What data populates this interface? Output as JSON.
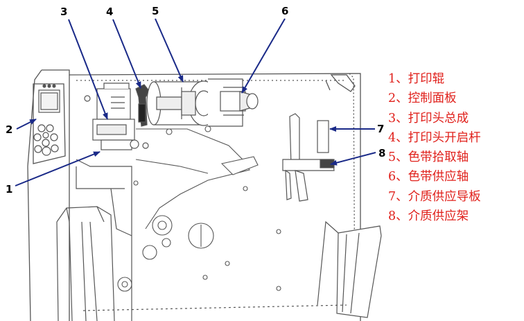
{
  "callouts": [
    {
      "num": "1",
      "label": "打印辊"
    },
    {
      "num": "2",
      "label": "控制面板"
    },
    {
      "num": "3",
      "label": "打印头总成"
    },
    {
      "num": "4",
      "label": "打印头开启杆"
    },
    {
      "num": "5",
      "label": "色带拾取轴"
    },
    {
      "num": "6",
      "label": "色带供应轴"
    },
    {
      "num": "7",
      "label": "介质供应导板"
    },
    {
      "num": "8",
      "label": "介质供应架"
    }
  ],
  "legend_separator": "、",
  "colors": {
    "line_art": "#555555",
    "callout_line": "#1a2a88",
    "legend_text": "#e0201b"
  }
}
